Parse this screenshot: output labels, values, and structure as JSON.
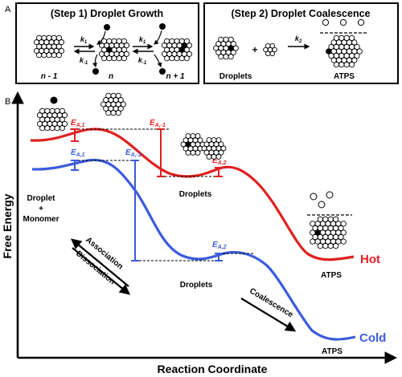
{
  "panel_a": {
    "panel_label": "A",
    "step1": {
      "title": "(Step 1) Droplet Growth",
      "state_labels": [
        "n - 1",
        "n",
        "n + 1"
      ],
      "rate_forward": "k",
      "rate_forward_sub": "1",
      "rate_reverse": "k",
      "rate_reverse_sub": "-1"
    },
    "step2": {
      "title": "(Step 2) Droplet Coalescence",
      "plus": "+",
      "rate": "k",
      "rate_sub": "2",
      "left_label": "Droplets",
      "right_label": "ATPS"
    }
  },
  "panel_b": {
    "panel_label": "B",
    "y_axis_label": "Free Energy",
    "x_axis_label": "Reaction Coordinate",
    "hot_label": "Hot",
    "cold_label": "Cold",
    "hot_color": "#e02020",
    "cold_color": "#3b5bdb",
    "annotations": {
      "droplet_monomer": [
        "Droplet",
        "+",
        "Monomer"
      ],
      "droplets_hot": "Droplets",
      "droplets_cold": "Droplets",
      "atps_hot": "ATPS",
      "atps_cold": "ATPS",
      "association": "Association",
      "dissociation": "Dissociation",
      "coalescence": "Coalescence"
    },
    "activation_energies": {
      "ea_letter": "E",
      "hot": [
        {
          "sub": "A,1"
        },
        {
          "sub": "A,-1"
        },
        {
          "sub": "A,2"
        }
      ],
      "cold": [
        {
          "sub": "A,1"
        },
        {
          "sub": "A,-1"
        },
        {
          "sub": "A,2"
        }
      ]
    }
  }
}
